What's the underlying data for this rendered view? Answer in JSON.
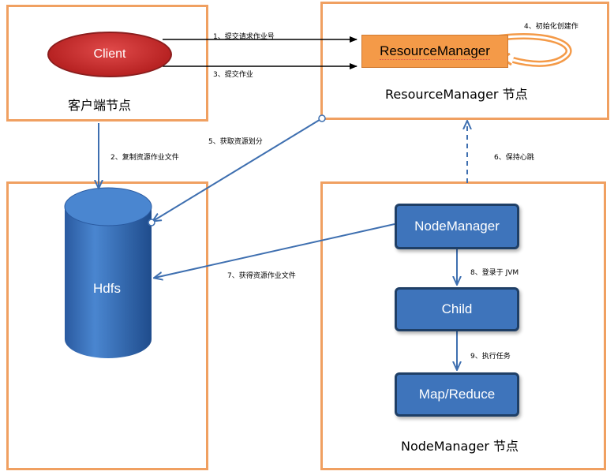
{
  "client": {
    "node_label": "Client",
    "frame_label": "客户端节点"
  },
  "resource_manager": {
    "node_label": "ResourceManager",
    "frame_label": "ResourceManager 节点"
  },
  "hdfs": {
    "label": "Hdfs"
  },
  "node_manager": {
    "node_label": "NodeManager",
    "child_label": "Child",
    "mapreduce_label": "Map/Reduce",
    "frame_label": "NodeManager 节点"
  },
  "steps": {
    "s1": "1、提交请求作业号",
    "s2": "2、复制资源作业文件",
    "s3": "3、提交作业",
    "s4": "4、初始化创建作",
    "s5": "5、获取资源划分",
    "s6": "6、保持心跳",
    "s7": "7、获得资源作业文件",
    "s8": "8、登录于 JVM",
    "s9": "9、执行任务"
  },
  "colors": {
    "frame": "#f0a061",
    "node_blue": "#3e74bb",
    "arrow_blue": "#3e6fb0",
    "rm_orange": "#f49a48",
    "client_red": "#c0272d"
  }
}
